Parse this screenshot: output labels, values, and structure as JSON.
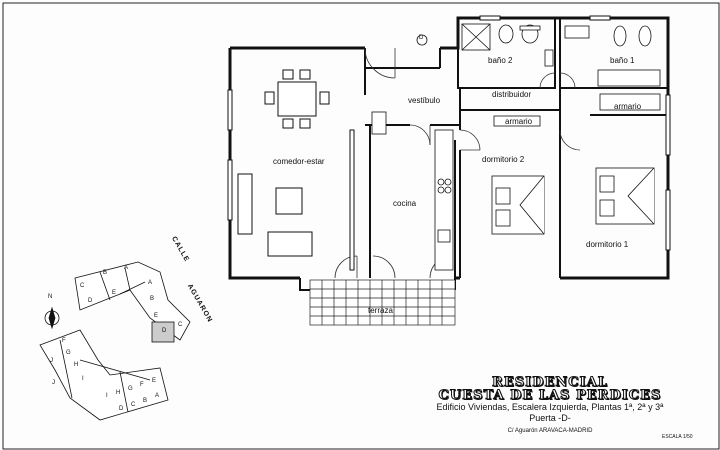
{
  "rooms": {
    "bano2": "baño 2",
    "bano1": "baño 1",
    "vestibulo": "vestíbulo",
    "distribuidor": "distribuidor",
    "armario1": "armario",
    "armario2": "armario",
    "comedor": "comedor-estar",
    "dormitorio2": "dormitorio 2",
    "dormitorio1": "dormitorio 1",
    "cocina": "cocina",
    "terraza": "terraza"
  },
  "entrance_marker": "D",
  "site": {
    "street1": "CALLE",
    "street2": "AGUARON",
    "compass": "N",
    "blocks": [
      "A",
      "B",
      "C",
      "D",
      "E",
      "A",
      "B",
      "C",
      "D",
      "E",
      "F",
      "G",
      "H",
      "I",
      "J",
      "A",
      "B",
      "C",
      "D",
      "E",
      "F",
      "G",
      "H",
      "I",
      "J"
    ]
  },
  "title": {
    "line1": "RESIDENCIAL",
    "line2": "CUESTA DE LAS PERDICES",
    "line3": "Edificio Viviendas, Escalera Izquierda, Plantas 1ª, 2ª y 3ª",
    "line4": "Puerta -D-",
    "address": "C/ Aguarón  ARAVACA-MADRID"
  },
  "scale": "ESCALA 1/50"
}
